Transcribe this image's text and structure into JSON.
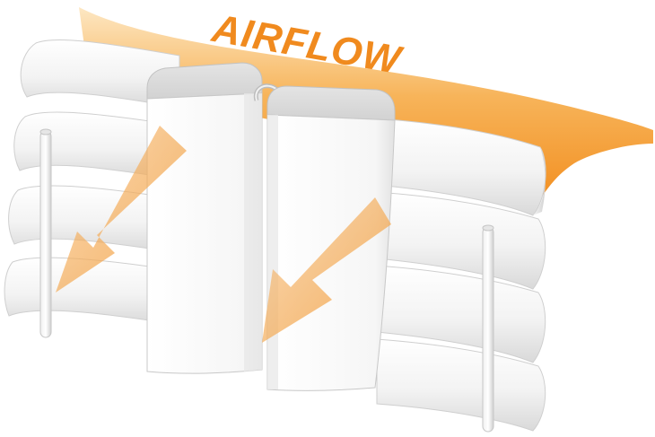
{
  "diagram": {
    "label": "AIRFLOW",
    "colors": {
      "airflow_orange": "#F39A2A",
      "airflow_light": "#FBD08E",
      "airflow_text": "#F08A1E",
      "slat_light": "#FBFBFB",
      "slat_shade": "#DCDCDC",
      "edge_line": "#C8C8C8"
    },
    "icons": [
      "airflow-band",
      "left-louver-stack",
      "right-louver-stack",
      "center-post-left",
      "center-post-right",
      "hinge-clip",
      "tilt-rod-left",
      "tilt-rod-right",
      "flow-arrow-left",
      "flow-arrow-center"
    ]
  }
}
